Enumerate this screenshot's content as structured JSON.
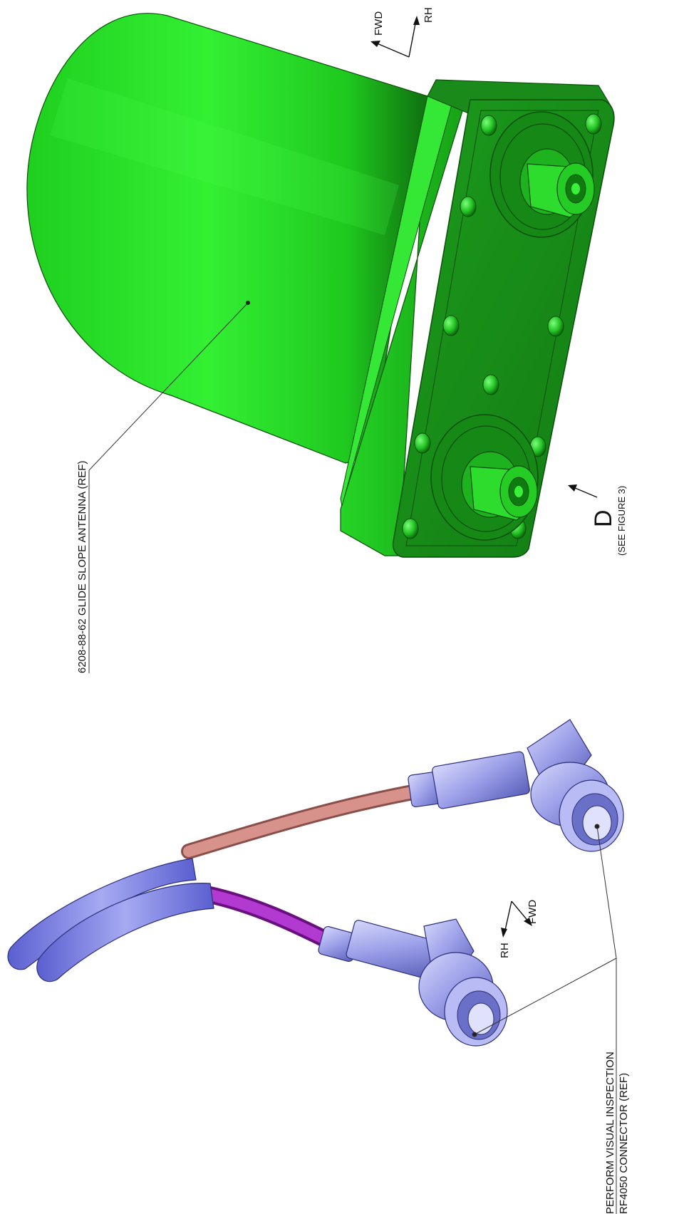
{
  "callouts": {
    "antenna_ref": "6208-88-62 GLIDE SLOPE ANTENNA (REF)",
    "view_letter": "D",
    "view_ref": "(SEE FIGURE 3)",
    "inspect_line1": "PERFORM VISUAL INSPECTION",
    "inspect_line2": "RF4050 CONNECTOR (REF)"
  },
  "orientation_top": {
    "fwd": "FWD",
    "rh": "RH"
  },
  "orientation_mid": {
    "fwd": "FWD",
    "rh": "RH"
  },
  "colors": {
    "antenna_body": "#22d622",
    "antenna_base": "#1fa81f",
    "antenna_plate": "#1a8f1a",
    "connector": "#9a9ee8",
    "cable_red": "#c8807a",
    "cable_purple": "#a020c0",
    "sleeve": "#7d82e0"
  }
}
